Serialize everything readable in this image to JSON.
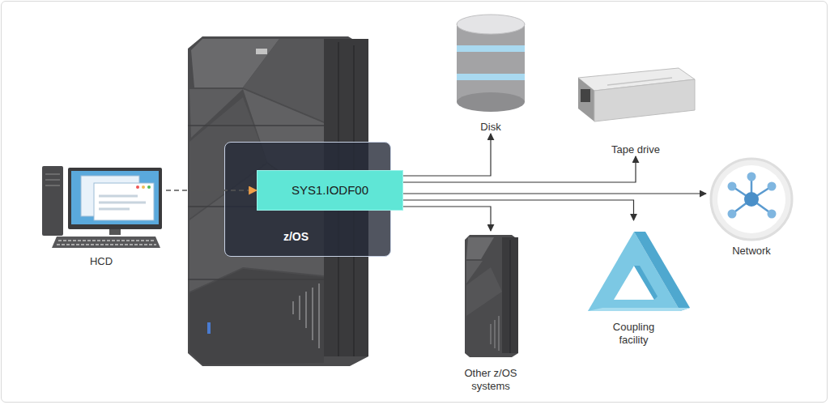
{
  "diagram": {
    "nodes": [
      {
        "text": [
          "HCD"
        ]
      },
      {
        "text": [
          "z/OS"
        ]
      },
      {
        "text": [
          "SYS1.IODF00"
        ],
        "in": 1
      },
      {
        "text": [
          "Disk"
        ]
      },
      {
        "text": [
          "Tape drive"
        ]
      },
      {
        "text": [
          "Network"
        ]
      },
      {
        "text": [
          "Coupling facility"
        ]
      },
      {
        "text": [
          "Other z/OS systems"
        ]
      }
    ],
    "edges": [
      {
        "from": 0,
        "to": 2,
        "arrow": "to"
      },
      {
        "from": 2,
        "to": 3,
        "arrow": "to"
      },
      {
        "from": 2,
        "to": 4,
        "arrow": "to"
      },
      {
        "from": 2,
        "to": 5,
        "arrow": "to"
      },
      {
        "from": 2,
        "to": 6,
        "arrow": "to"
      },
      {
        "from": 2,
        "to": 7,
        "arrow": "to"
      }
    ]
  }
}
